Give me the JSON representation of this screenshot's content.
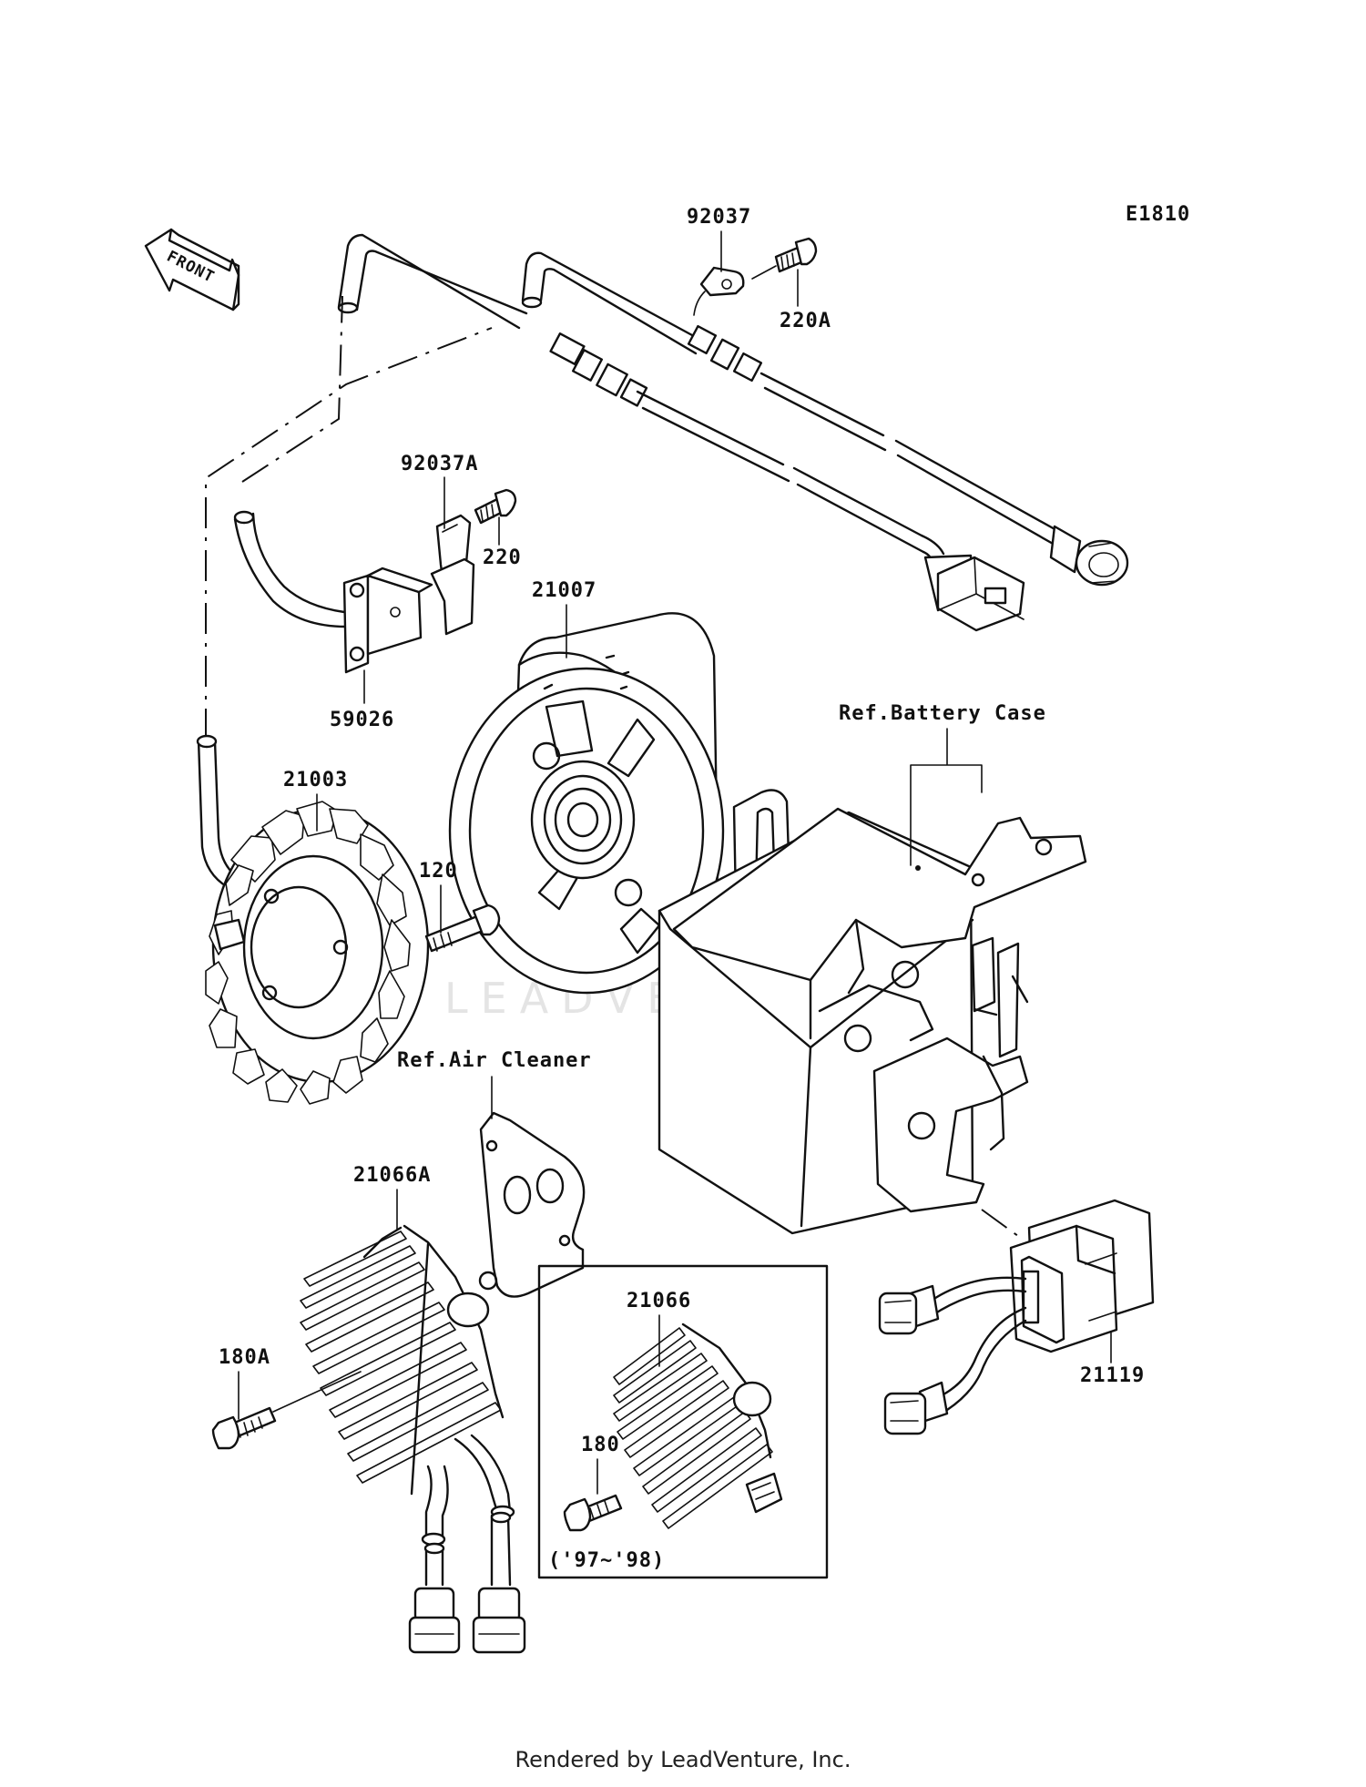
{
  "diagram_code": "E1810",
  "front_arrow_label": "FRONT",
  "parts": {
    "p92037": "92037",
    "p220A": "220A",
    "p92037A": "92037A",
    "p220": "220",
    "p21007": "21007",
    "p59026": "59026",
    "p21003": "21003",
    "p120": "120",
    "p21066A": "21066A",
    "p180A": "180A",
    "p21066": "21066",
    "p180": "180",
    "p21119": "21119"
  },
  "references": {
    "battery_case": "Ref.Battery Case",
    "air_cleaner": "Ref.Air Cleaner"
  },
  "inset_note": "('97~'98)",
  "watermark": "LEADVENTURE",
  "footer": "Rendered by LeadVenture, Inc."
}
